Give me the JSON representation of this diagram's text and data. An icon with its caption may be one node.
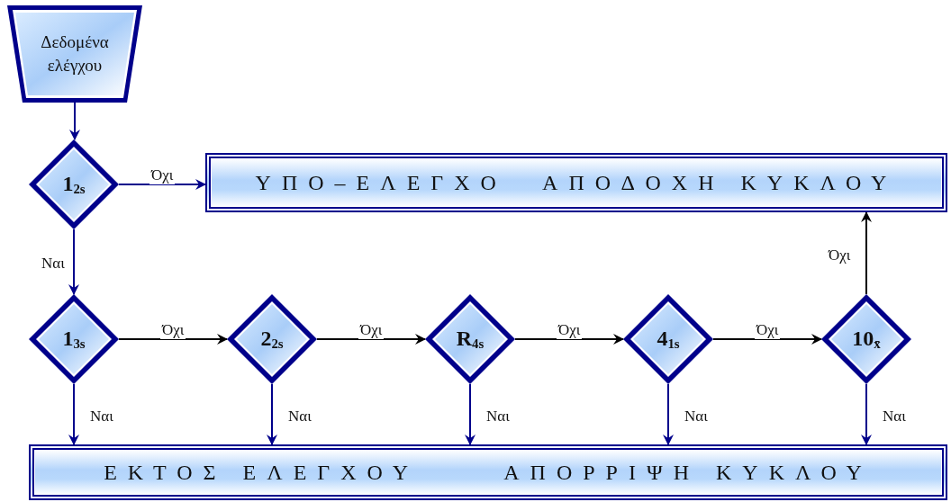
{
  "diagram": {
    "nodes": [
      {
        "text": [
          "Δεδομένα ελέγχου"
        ]
      },
      {
        "text": [
          "1$_{2s}$"
        ]
      },
      {
        "text": [
          "ΥΠΟ–ΕΛΕΓΧΟ",
          "ΑΠΟΔΟΧΗ ΚΥΚΛΟΥ"
        ]
      },
      {
        "text": [
          "1$_{3s}$"
        ]
      },
      {
        "text": [
          "2$_{2s}$"
        ]
      },
      {
        "text": [
          "R$_{4s}$"
        ]
      },
      {
        "text": [
          "4$_{1s}$"
        ]
      },
      {
        "text": [
          "10$_{x̄}$"
        ]
      },
      {
        "text": [
          "ΕΚΤΟΣ ΕΛΕΓΧΟΥ",
          "ΑΠΟΡΡΙΨΗ ΚΥΚΛΟΥ"
        ]
      }
    ],
    "edges": [
      {
        "from": 0,
        "to": 1,
        "arrow": "to"
      },
      {
        "from": 1,
        "to": 2,
        "arrow": "to",
        "label": "Όχι"
      },
      {
        "from": 1,
        "to": 3,
        "arrow": "to",
        "label": "Ναι"
      },
      {
        "from": 3,
        "to": 4,
        "arrow": "to",
        "label": "Όχι",
        "color": "#000000"
      },
      {
        "from": 4,
        "to": 5,
        "arrow": "to",
        "label": "Όχι",
        "color": "#000000"
      },
      {
        "from": 5,
        "to": 6,
        "arrow": "to",
        "label": "Όχι",
        "color": "#000000"
      },
      {
        "from": 6,
        "to": 7,
        "arrow": "to",
        "label": "Όχι",
        "color": "#000000"
      },
      {
        "from": 7,
        "to": 2,
        "arrow": "to",
        "label": "Όχι",
        "color": "#000000"
      },
      {
        "from": 3,
        "to": 8,
        "arrow": "to",
        "label": "Ναι"
      },
      {
        "from": 4,
        "to": 8,
        "arrow": "to",
        "label": "Ναι"
      },
      {
        "from": 5,
        "to": 8,
        "arrow": "to",
        "label": "Ναι"
      },
      {
        "from": 6,
        "to": 8,
        "arrow": "to",
        "label": "Ναι"
      },
      {
        "from": 7,
        "to": 8,
        "arrow": "to",
        "label": "Ναι"
      }
    ]
  }
}
